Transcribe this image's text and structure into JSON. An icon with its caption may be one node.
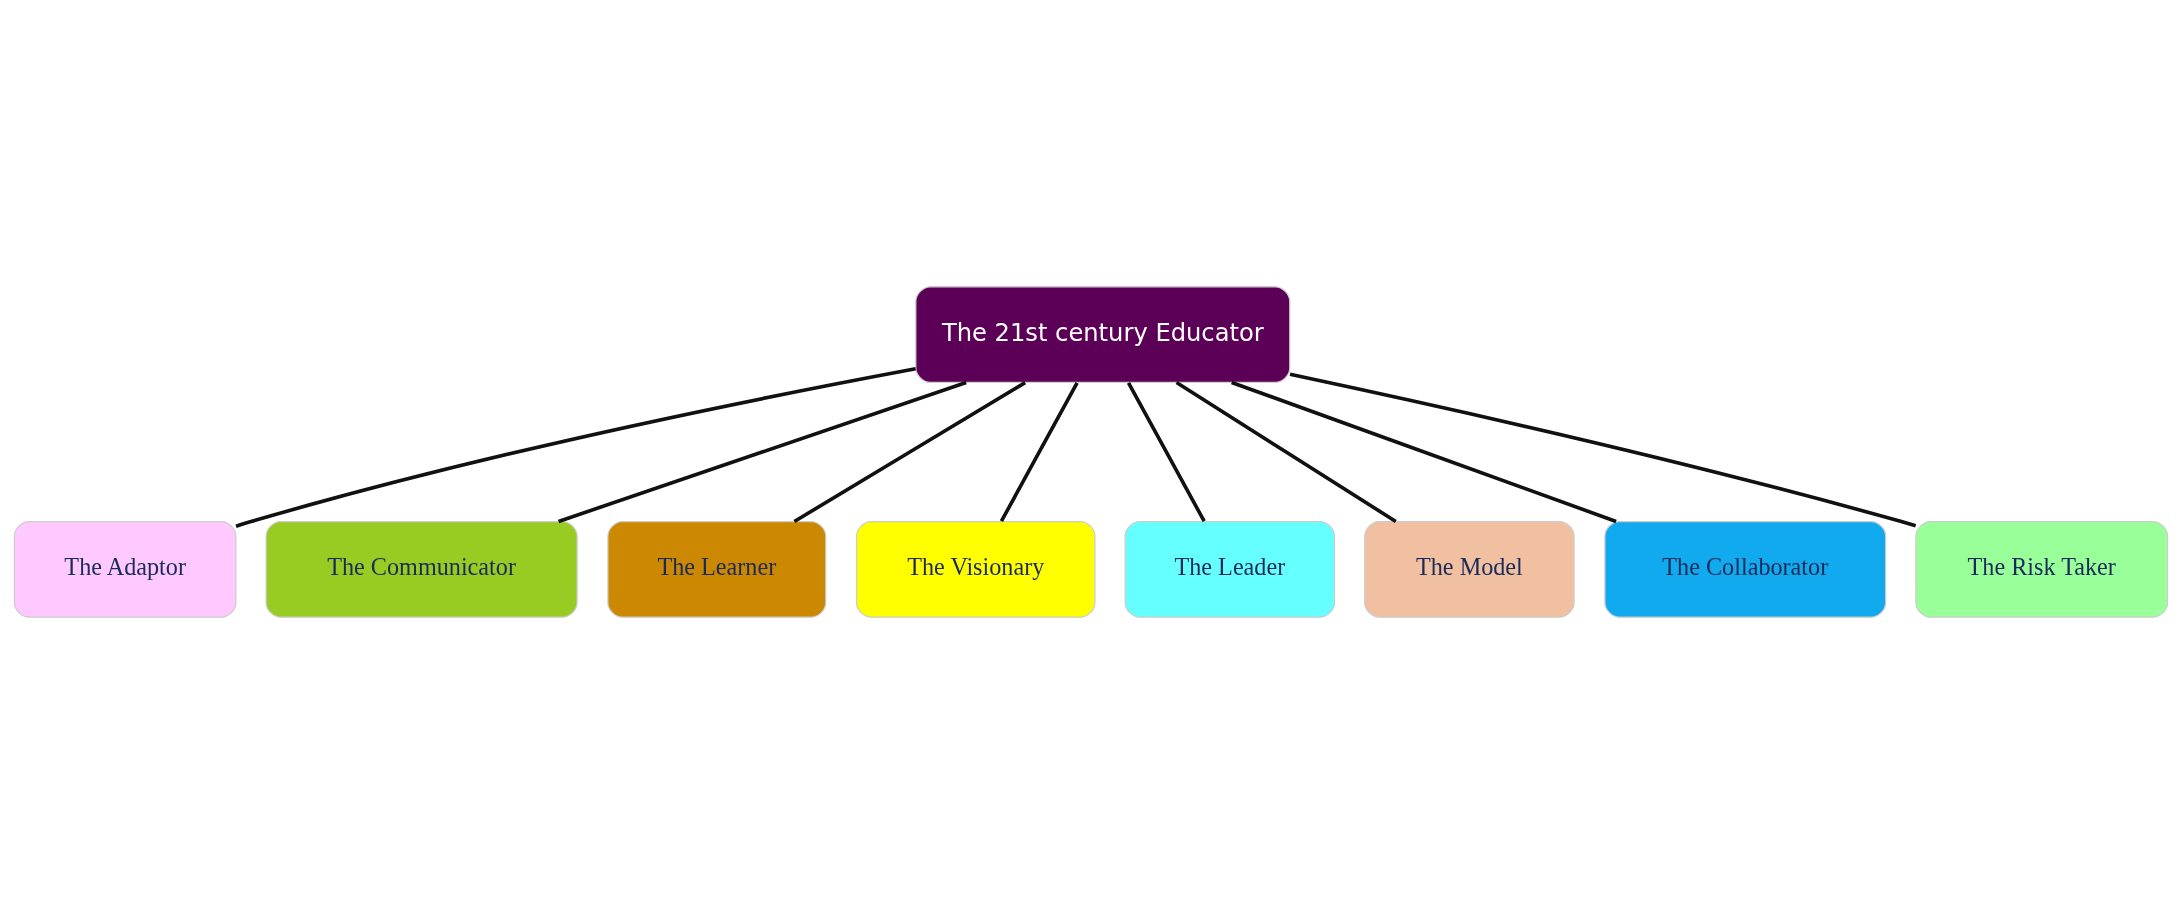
{
  "diagram": {
    "nodes": [
      {
        "text": [
          "The 21st century Educator"
        ]
      },
      {
        "text": [
          "The Adaptor"
        ]
      },
      {
        "text": [
          "The Communicator"
        ]
      },
      {
        "text": [
          "The Learner"
        ]
      },
      {
        "text": [
          "The Visionary"
        ]
      },
      {
        "text": [
          "The Leader"
        ]
      },
      {
        "text": [
          "The Model"
        ]
      },
      {
        "text": [
          "The Collaborator"
        ]
      },
      {
        "text": [
          "The Risk Taker"
        ]
      }
    ],
    "edges": [
      {
        "from": 0,
        "to": 1,
        "arrow": "none"
      },
      {
        "from": 0,
        "to": 2,
        "arrow": "none"
      },
      {
        "from": 0,
        "to": 3,
        "arrow": "none"
      },
      {
        "from": 0,
        "to": 4,
        "arrow": "none"
      },
      {
        "from": 0,
        "to": 5,
        "arrow": "none"
      },
      {
        "from": 0,
        "to": 6,
        "arrow": "none"
      },
      {
        "from": 0,
        "to": 7,
        "arrow": "none"
      },
      {
        "from": 0,
        "to": 8,
        "arrow": "none"
      }
    ]
  }
}
